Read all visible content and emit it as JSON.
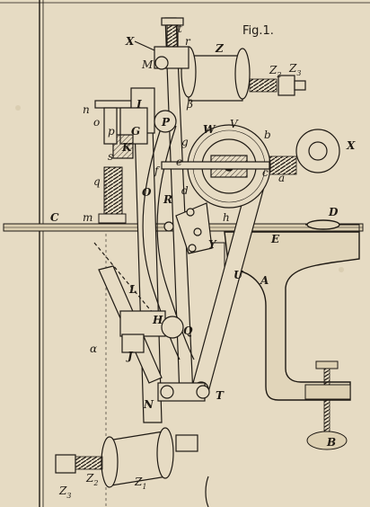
{
  "figure": {
    "title": "Fig.1."
  },
  "labels": {
    "X1": "X",
    "t": "t",
    "r": "r",
    "M": "M",
    "Z": "Z",
    "Z2": "Z",
    "Z2sub": "2",
    "Z3": "Z",
    "Z3sub": "3",
    "n": "n",
    "o": "o",
    "I": "I",
    "p": "p",
    "G": "G",
    "P": "P",
    "beta": "β",
    "W": "W",
    "V": "V",
    "b": "b",
    "X2": "X",
    "K": "K",
    "s": "s",
    "g": "g",
    "f": "f",
    "e": "e",
    "c": "c",
    "a": "a",
    "q": "q",
    "O": "O",
    "R": "R",
    "d": "d",
    "C": "C",
    "m": "m",
    "h": "h",
    "D": "D",
    "Y": "Y",
    "E": "E",
    "U": "U",
    "A": "A",
    "L": "L",
    "H": "H",
    "Q": "Q",
    "alpha": "α",
    "J": "J",
    "N": "N",
    "T": "T",
    "B": "B",
    "Z1b": "Z",
    "Z1bsub": "1",
    "Z2b": "Z",
    "Z2bsub": "2",
    "Z3b": "Z",
    "Z3bsub": "3"
  }
}
